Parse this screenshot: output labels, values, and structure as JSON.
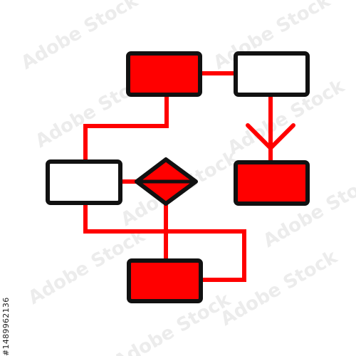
{
  "colors": {
    "accent": "#ff0000",
    "stroke": "#111111",
    "empty_fill": "#ffffff",
    "background": "#ffffff"
  },
  "watermark": {
    "logo_text": "Adobe Stock",
    "side_id": "#1489962136"
  },
  "flowchart": {
    "nodes": [
      {
        "name": "process-box-top-left",
        "shape": "rectangle",
        "fill": "red"
      },
      {
        "name": "process-box-top-right",
        "shape": "rectangle",
        "fill": "white"
      },
      {
        "name": "process-box-middle-left",
        "shape": "rectangle",
        "fill": "white"
      },
      {
        "name": "decision-diamond",
        "shape": "diamond",
        "fill": "red"
      },
      {
        "name": "process-box-middle-right",
        "shape": "rectangle",
        "fill": "red"
      },
      {
        "name": "process-box-bottom",
        "shape": "rectangle",
        "fill": "red"
      }
    ],
    "edges": [
      {
        "from": "process-box-top-left",
        "to": "process-box-top-right",
        "arrow": false
      },
      {
        "from": "process-box-top-right",
        "to": "process-box-middle-right",
        "arrow": true
      },
      {
        "from": "process-box-top-left",
        "to": "process-box-middle-left",
        "arrow": false
      },
      {
        "from": "process-box-middle-left",
        "to": "decision-diamond",
        "arrow": false
      },
      {
        "from": "decision-diamond",
        "to": "process-box-bottom",
        "arrow": false
      },
      {
        "from": "process-box-middle-left",
        "to": "process-box-bottom",
        "arrow": false
      }
    ]
  }
}
